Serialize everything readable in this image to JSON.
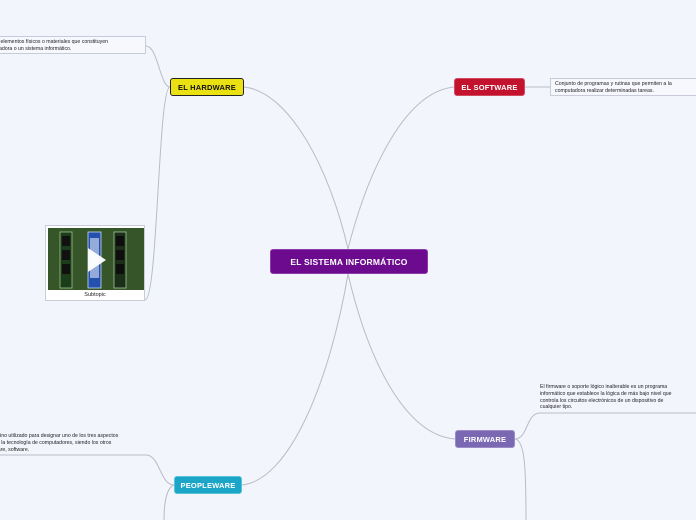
{
  "central": {
    "label": "EL SISTEMA INFORMÁTICO"
  },
  "topics": {
    "hardware": {
      "label": "EL HARDWARE",
      "note": ":elementos físicos o materiales que constituyen\nadora o un sistema informático.",
      "image_caption": "Subtopic"
    },
    "software": {
      "label": "EL SOFTWARE",
      "note": "Conjunto de programas y rutinas que permiten a la\ncomputadora realizar determinadas tareas."
    },
    "firmware": {
      "label": "FIRMWARE",
      "note": "El firmware o soporte lógico inalterable es un programa\ninformático que establece la lógica de más bajo nivel que\ncontrola los circuitos electrónicos de un dispositivo de\ncualquier tipo."
    },
    "peopleware": {
      "label": "PEOPLEWARE",
      "note": "rmino utilizado para designar uno de los tres aspectos\nde la tecnología de computadores, siendo los otros\nware, software."
    }
  },
  "colors": {
    "central": "#6c0b8e",
    "hardware": "#e9e112",
    "software": "#c3122d",
    "firmware": "#7a68b2",
    "peopleware": "#1ba5c6",
    "connector": "#b8bcc6",
    "background": "#f3f5fd"
  },
  "icons": {
    "media": "play-icon"
  }
}
